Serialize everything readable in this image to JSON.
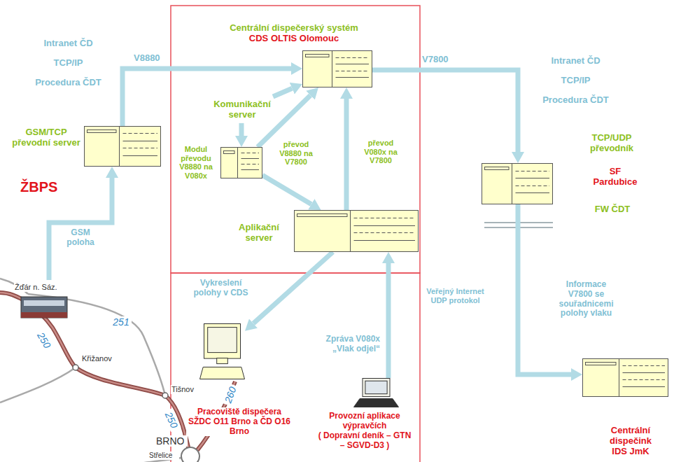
{
  "diagram": {
    "nodes": [
      {
        "text": [
          "Centrální dispečerský systém",
          "CDS OLTIS Olomouc"
        ]
      },
      {
        "text": [
          "Komunikační server"
        ]
      },
      {
        "text": [
          "Modul převodu V8880 na V080x"
        ]
      },
      {
        "text": [
          "Aplikační server"
        ]
      },
      {
        "text": [
          "GSM/TCP převodní server"
        ]
      },
      {
        "text": [
          "TCP/UDP převodník",
          "SF Pardubice"
        ]
      },
      {
        "text": [
          "Centrální dispečink IDS JmK"
        ]
      },
      {
        "text": [
          "Pracoviště dispečera SŽDC O11 Brno a ČD O16 Brno"
        ]
      },
      {
        "text": [
          "Provozní aplikace výpravčích",
          "( Dopravní deník – GTN – SGVD-D3 )"
        ]
      }
    ],
    "edges": [
      {
        "from": 4,
        "to": 0,
        "arrow": "to",
        "label": "V8880"
      },
      {
        "from": 0,
        "to": 5,
        "arrow": "to",
        "label": "V7800"
      },
      {
        "from": 5,
        "to": 6,
        "arrow": "to",
        "label": "Informace V7800 se souřadnicemi polohy vlaku"
      },
      {
        "from": 1,
        "to": 0,
        "arrow": "to"
      },
      {
        "from": 1,
        "to": 2,
        "arrow": "to"
      },
      {
        "from": 2,
        "to": 0,
        "arrow": "to",
        "label": "převod V8880 na V7800"
      },
      {
        "from": 2,
        "to": 3,
        "arrow": "to"
      },
      {
        "from": 3,
        "to": 0,
        "arrow": "to",
        "label": "převod V080x na V7800"
      },
      {
        "from": 3,
        "to": 7,
        "arrow": "to",
        "label": "Vykreslení polohy v CDS"
      },
      {
        "from": 8,
        "to": 3,
        "arrow": "to",
        "label": "Zpráva V080x „Vlak odjel“"
      }
    ],
    "labels": [
      "Intranet ČD",
      "TCP/IP",
      "Procedura ČDT",
      "Intranet ČD",
      "TCP/IP",
      "Procedura ČDT",
      "ŽBPS",
      "GSM poloha",
      "FW ČDT",
      "Veřejný Internet UDP protokol",
      "Žďár n. Sáz.",
      "251",
      "250",
      "Křižanov",
      "Tišnov",
      "250",
      "260",
      "BRNO",
      "Střelice"
    ]
  }
}
